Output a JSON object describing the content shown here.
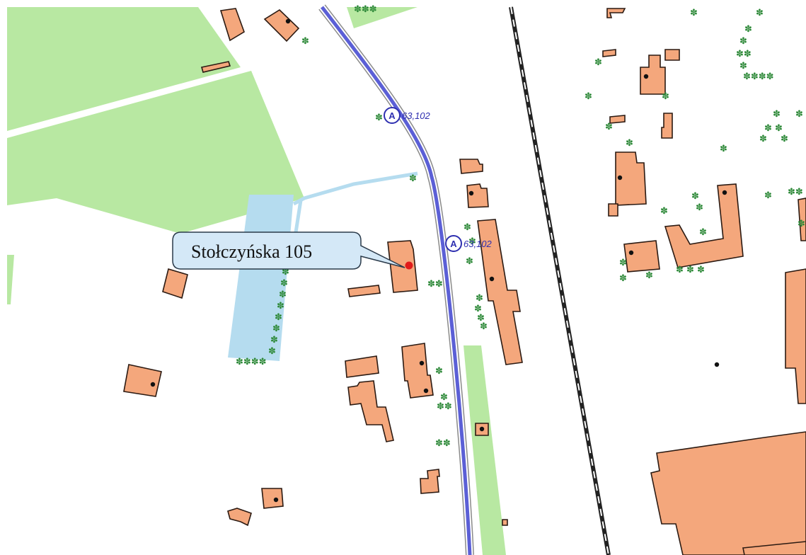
{
  "map": {
    "callout": {
      "label": "Stołczyńska 105"
    },
    "route_markers": [
      {
        "letter": "A",
        "numbers": "63,102"
      },
      {
        "letter": "A",
        "numbers": "63,102"
      }
    ],
    "colors": {
      "building": "#f4a77c",
      "green_area": "#b8e8a2",
      "water": "#b5dcef",
      "road": "#5b5fd6",
      "railway": "#222222",
      "tree": "#2f8a3a",
      "location_marker": "#e11b1b"
    },
    "features": [
      "buildings",
      "green-areas",
      "water",
      "main-road",
      "railway",
      "trees",
      "location-marker"
    ]
  }
}
